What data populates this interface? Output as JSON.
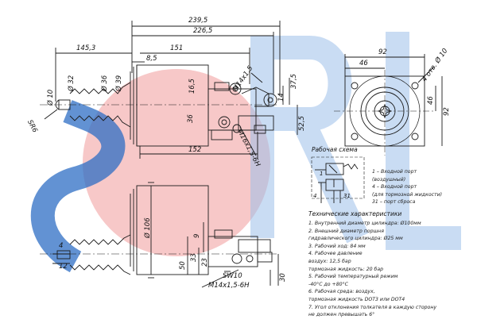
{
  "watermark": {
    "colors": {
      "blue": "#2e6dc4",
      "red": "#e23a3a",
      "light_blue": "#9cc0ea"
    }
  },
  "line_color": "#1a1a1a",
  "dimensions": {
    "top_view": {
      "overall_length": "239,5",
      "length_2265": "226,5",
      "length_151": "151",
      "length_1453": "145,3",
      "offset_85": "8,5",
      "thread_m14": "M14x1,5",
      "dia_10": "Ø 10",
      "dia_32": "Ø 32",
      "dia_36": "Ø 36",
      "dia_39": "Ø 39",
      "sr6": "SR6",
      "h_165": "16,5",
      "h_36": "36",
      "h_14": "14",
      "h_375": "37,5",
      "h_525": "52,5",
      "thread_m16": "M16x1,5-6H",
      "length_152": "152"
    },
    "end_view": {
      "width_92": "92",
      "offset_46_top": "46",
      "holes": "4 отв. Ø 10",
      "offset_46_side": "46",
      "height_92": "92"
    },
    "bottom_view": {
      "dia_106": "Ø 106",
      "stroke_4": "4",
      "length_12": "12",
      "h_50": "50",
      "h_33": "33",
      "h_9": "9",
      "h_23": "23",
      "sw10": "SW10",
      "thread_m14": "M14x1,5-6H",
      "h_30": "30"
    }
  },
  "schema": {
    "title": "Рабочая схема",
    "port_labels": {
      "p1": "1",
      "p4": "4",
      "p31": "31"
    },
    "legend": [
      "1 – Входной порт",
      "(воздушный)",
      "4 – Входной порт",
      "(для тормозной жидкости)",
      "31 – порт сброса"
    ]
  },
  "specs": {
    "title": "Технические характеристики",
    "lines": [
      "1. Внутренний диаметр цилиндра: Ø100мм",
      "2. Внешний диаметр поршня",
      "гидравлического цилиндра: Ø25 мм",
      "3. Рабочий ход: 84 мм",
      "4. Рабочее давление",
      "воздух: 12,5 бар",
      "тормозная жидкость: 20 бар",
      "5. Рабочий температурный режим",
      "-40°С до +80°С",
      "6. Рабочая среда: воздух,",
      "тормозная жидкость DOT3 или DOT4",
      "7. Угол отклонения толкателя в каждую сторону",
      "не должен превышать 6°"
    ]
  }
}
